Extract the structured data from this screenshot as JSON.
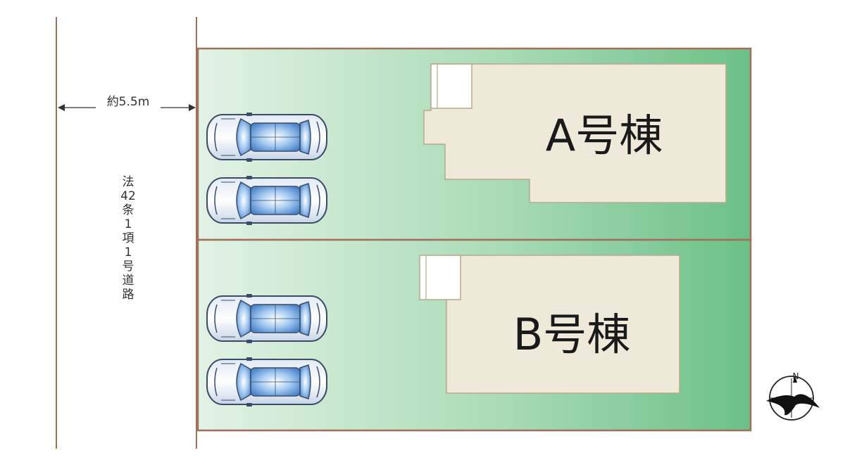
{
  "road": {
    "width_label": "約5.5m",
    "type_label": "法42条1項1号道路"
  },
  "lots": [
    {
      "building_label": "A号棟",
      "parking_spaces": 2
    },
    {
      "building_label": "B号棟",
      "parking_spaces": 2
    }
  ],
  "compass": {
    "north_letter": "N"
  },
  "colors": {
    "lot_light": "#dff0e2",
    "lot_dark": "#72c28b",
    "lot_border": "#a0705a",
    "building_fill": "#efe9da",
    "building_stroke": "#b9a98c",
    "road_line": "#a0705a"
  },
  "icons": [
    "car-icon",
    "compass-icon",
    "dimension-arrow-icon"
  ]
}
